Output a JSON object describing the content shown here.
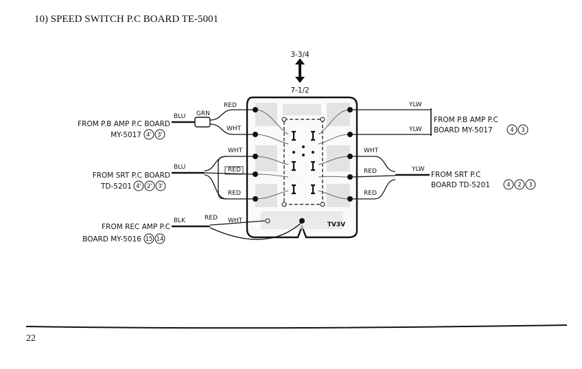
{
  "title": "10) SPEED SWITCH P.C  BOARD TE-5001",
  "page_number": "22",
  "dimensions": {
    "top": "3-3/4",
    "bottom": "7-1/2"
  },
  "left_sources": [
    {
      "line1": "FROM P.B AMP P.C BOARD",
      "line2": "MY-5017",
      "circles": [
        "4'",
        "3'"
      ]
    },
    {
      "line1": "FROM SRT P.C BOARD",
      "line2": "TD-5201",
      "circles": [
        "4'",
        "2'",
        "3'"
      ]
    },
    {
      "line1": "FROM REC AMP P.C",
      "line2": "BOARD MY-5016",
      "circles": [
        "15",
        "14"
      ]
    }
  ],
  "right_sources": [
    {
      "line1": "FROM P.B AMP P.C",
      "line2": "BOARD MY-5017",
      "circles": [
        "4",
        "3"
      ]
    },
    {
      "line1": "FROM SRT P.C",
      "line2": "BOARD TD-5201",
      "circles": [
        "4",
        "2",
        "3"
      ]
    }
  ],
  "wire_labels": {
    "blu": "BLU",
    "grn": "GRN",
    "red": "RED",
    "wht": "WHT",
    "blk": "BLK",
    "ylw": "YLW"
  },
  "board_marking": "TV3V"
}
